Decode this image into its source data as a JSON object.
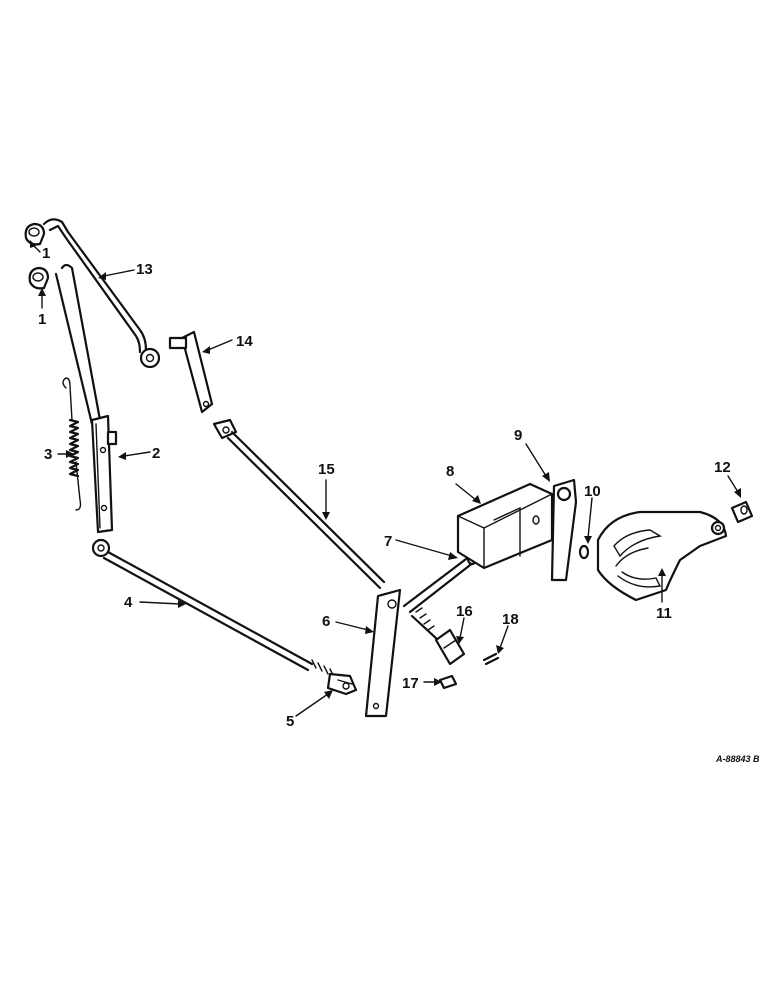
{
  "diagram": {
    "reference_code": "A-88843 B",
    "callouts": [
      {
        "id": "c1a",
        "label": "1"
      },
      {
        "id": "c1b",
        "label": "1"
      },
      {
        "id": "c2",
        "label": "2"
      },
      {
        "id": "c3",
        "label": "3"
      },
      {
        "id": "c4",
        "label": "4"
      },
      {
        "id": "c5",
        "label": "5"
      },
      {
        "id": "c6",
        "label": "6"
      },
      {
        "id": "c7",
        "label": "7"
      },
      {
        "id": "c8",
        "label": "8"
      },
      {
        "id": "c9",
        "label": "9"
      },
      {
        "id": "c10",
        "label": "10"
      },
      {
        "id": "c11",
        "label": "11"
      },
      {
        "id": "c12",
        "label": "12"
      },
      {
        "id": "c13",
        "label": "13"
      },
      {
        "id": "c14",
        "label": "14"
      },
      {
        "id": "c15",
        "label": "15"
      },
      {
        "id": "c16",
        "label": "16"
      },
      {
        "id": "c17",
        "label": "17"
      },
      {
        "id": "c18",
        "label": "18"
      }
    ]
  }
}
